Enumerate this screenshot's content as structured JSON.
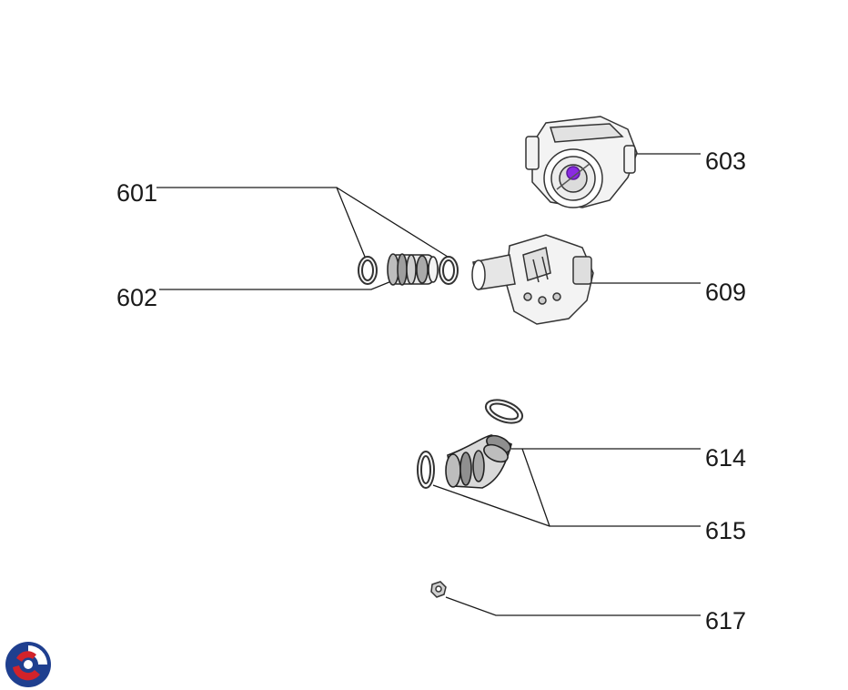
{
  "parts": {
    "p601": "601",
    "p602": "602",
    "p603": "603",
    "p609": "609",
    "p614": "614",
    "p615": "615",
    "p617": "617"
  },
  "colors": {
    "line": "#1a1a1a",
    "part_outline": "#333333",
    "part_fill": "#f2f2f2",
    "accent_purple": "#8a2be2",
    "logo_blue": "#1f3f8f",
    "logo_red": "#d2232a"
  }
}
